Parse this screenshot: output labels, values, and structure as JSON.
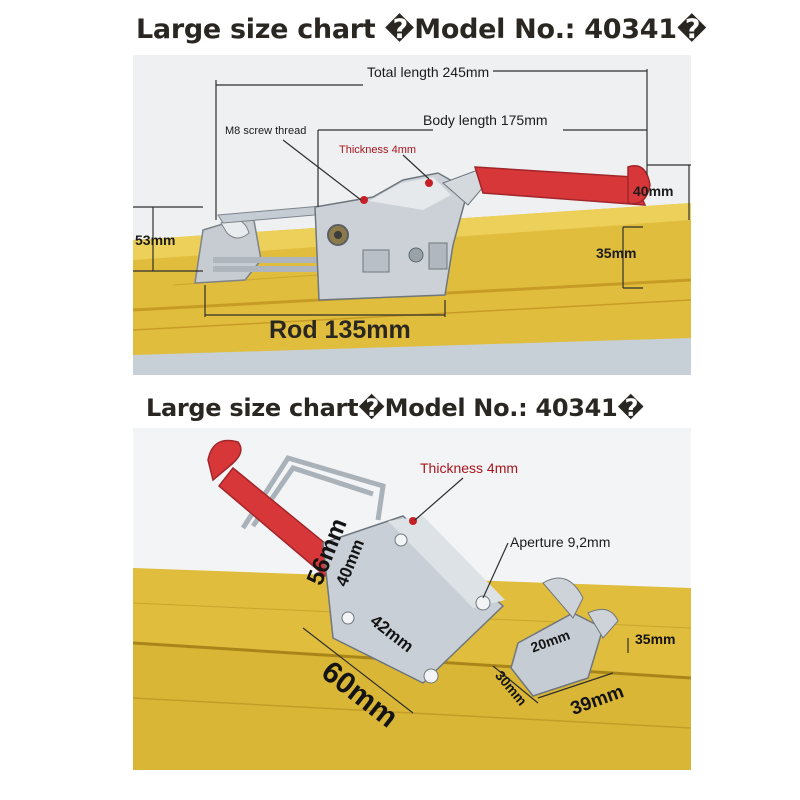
{
  "top": {
    "title": "Large size chart �Model No.: 40341�",
    "labels": {
      "total_length": "Total length 245mm",
      "body_length": "Body length 175mm",
      "screw_thread": "M8 screw thread",
      "thickness": "Thickness 4mm",
      "height_53": "53mm",
      "handle_40": "40mm",
      "handle_35": "35mm",
      "rod": "Rod 135mm"
    }
  },
  "bottom": {
    "title": "Large size chart�Model No.: 40341�",
    "labels": {
      "thickness": "Thickness 4mm",
      "aperture": "Aperture 9,2mm",
      "dim_56": "56mm",
      "dim_40": "40mm",
      "dim_42": "42mm",
      "dim_60": "60mm",
      "dim_20": "20mm",
      "dim_35": "35mm",
      "dim_30": "30mm",
      "dim_39": "39mm"
    }
  },
  "colors": {
    "wood": "#e0bd3c",
    "wood_dark": "#b88f1e",
    "handle_red": "#d8373a",
    "steel": "#c3c9cf",
    "thickness_text": "#a8161c"
  }
}
